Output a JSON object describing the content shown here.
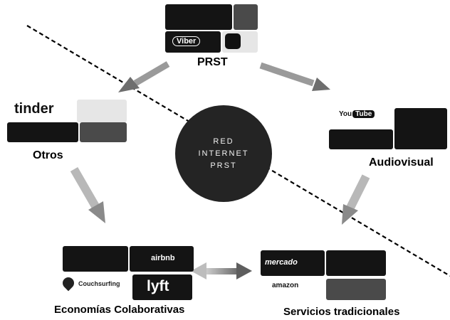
{
  "title": "",
  "center": {
    "lines": [
      "RED",
      "INTERNET",
      "PRST"
    ],
    "fill": "#242424",
    "text_color": "#f2f2f2"
  },
  "nodes": {
    "prst": {
      "label": "PRST",
      "logos": [
        "Viber"
      ]
    },
    "otros": {
      "label": "Otros",
      "logos": [
        "tinder"
      ]
    },
    "audiovisual": {
      "label": "Audiovisual",
      "logos": [
        "You",
        "Tube"
      ]
    },
    "economias": {
      "label": "Economías Colaborativas",
      "logos": [
        "airbnb",
        "lyft",
        "Couchsurfing"
      ]
    },
    "servicios": {
      "label": "Servicios tradicionales",
      "logos": [
        "mercado",
        "amazon"
      ]
    }
  },
  "connectors": [
    {
      "from": "prst",
      "to": "otros",
      "direction": "one-way"
    },
    {
      "from": "prst",
      "to": "audiovisual",
      "direction": "one-way"
    },
    {
      "from": "otros",
      "to": "economias",
      "direction": "one-way"
    },
    {
      "from": "audiovisual",
      "to": "servicios",
      "direction": "one-way"
    },
    {
      "from": "economias",
      "to": "servicios",
      "direction": "two-way"
    }
  ],
  "divider_line": {
    "style": "dashed",
    "orientation": "diagonal top-left to bottom-right"
  },
  "colors": {
    "arrow": "#8a8a8a",
    "tile_dark": "#141414",
    "divider": "#000000"
  }
}
